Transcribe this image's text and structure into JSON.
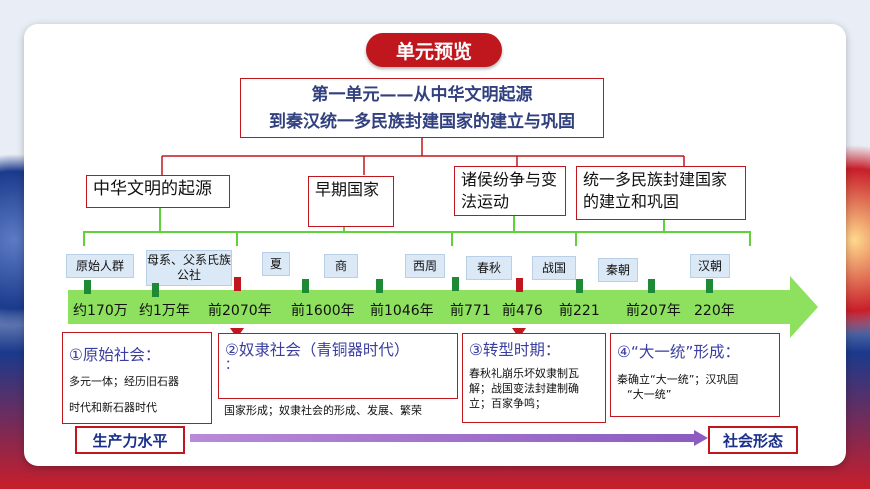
{
  "title": "单元预览",
  "unit_title": {
    "line1": "第一单元——从中华文明起源",
    "line2": "到秦汉统一多民族封建国家的建立与巩固"
  },
  "eras": [
    {
      "label": "中华文明的起源"
    },
    {
      "label": "早期国家"
    },
    {
      "label": "诸侯纷争与变法运动"
    },
    {
      "label": "统一多民族封建国家的建立和巩固"
    }
  ],
  "periods": [
    "原始人群",
    "母系、父系氏族公社",
    "夏",
    "商",
    "西周",
    "春秋",
    "战国",
    "秦朝",
    "汉朝"
  ],
  "timeline_ticks": [
    "约170万",
    "约1万年",
    "前2070年",
    "前1600年",
    "前1046年",
    "前771",
    "前476",
    "前221",
    "前207年",
    "220年"
  ],
  "cards": [
    {
      "title": "①原始社会：",
      "text": [
        "多元一体；经历旧石器",
        "时代和新石器时代"
      ]
    },
    {
      "title": "②奴隶社会（青铜器时代）",
      "title2": "：",
      "text": [
        "国家形成；奴隶社会的形成、发展、繁荣"
      ]
    },
    {
      "title": "③转型时期：",
      "text": [
        "春秋礼崩乐坏奴隶制瓦",
        "解；战国变法封建制确",
        "立；百家争鸣；"
      ]
    },
    {
      "title": "④“大一统”形成：",
      "text": [
        "秦确立“大一统”；汉巩固",
        "“大一统”"
      ]
    }
  ],
  "bottom": {
    "left": "生产力水平",
    "right": "社会形态"
  },
  "colors": {
    "accent_red": "#c0171e",
    "arrow_green": "#8ee05f",
    "bracket_green": "#5fd13a",
    "title_blue": "#31407e"
  }
}
